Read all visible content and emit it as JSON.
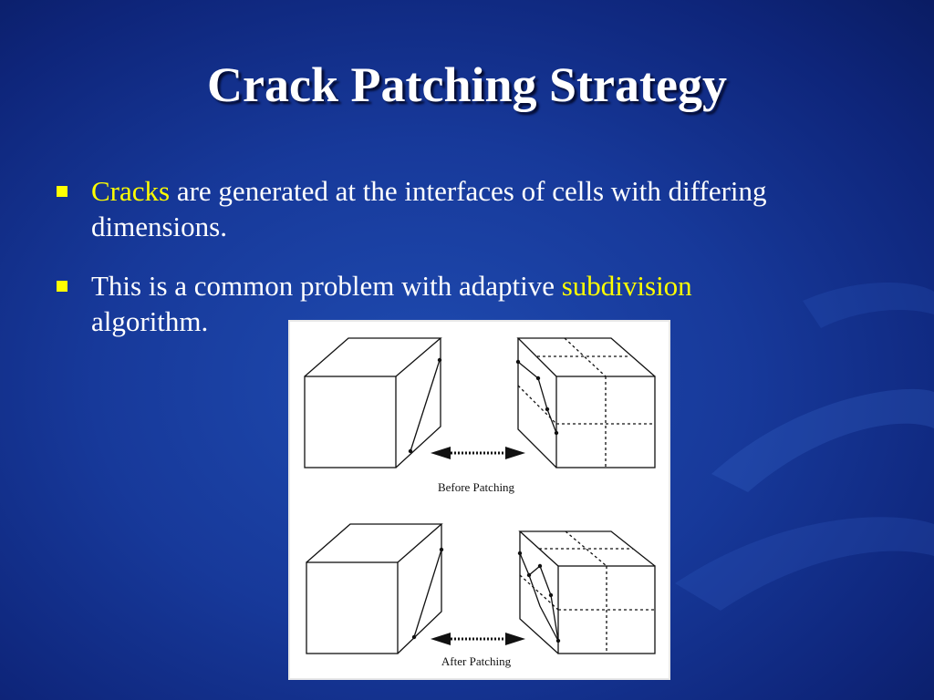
{
  "slide": {
    "title": "Crack Patching Strategy",
    "bullets": [
      {
        "highlight": "Cracks",
        "text": " are generated at the interfaces of  cells with differing dimensions."
      },
      {
        "text": "This is a common problem with adaptive ",
        "highlight": "subdivision",
        "text_after": " algorithm."
      }
    ],
    "highlight_color": "#ffff00",
    "figure": {
      "caption_top": "Before Patching",
      "caption_bottom": "After Patching"
    }
  }
}
